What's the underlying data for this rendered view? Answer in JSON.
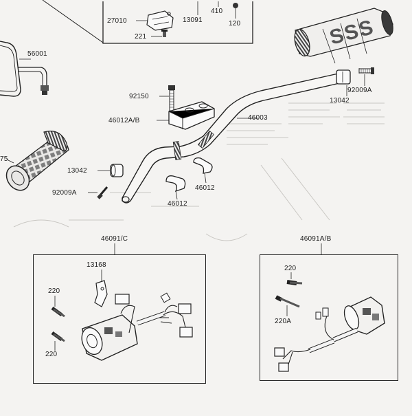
{
  "labels": {
    "p27010": "27010",
    "p221": "221",
    "p13091": "13091",
    "p410": "410",
    "p120": "120",
    "p56001": "56001",
    "p92150": "92150",
    "p46012ab": "46012A/B",
    "p46003": "46003",
    "p13042_top": "13042",
    "p92009a_top": "92009A",
    "p75": "75",
    "p13042_left": "13042",
    "p92009a_left": "92009A",
    "p46012_right": "46012",
    "p46012_bottom": "46012",
    "p46091c": "46091/C",
    "p13168": "13168",
    "p220_left_top": "220",
    "p220_left_bottom": "220",
    "p46091ab": "46091A/B",
    "p220_right": "220",
    "p220a": "220A"
  },
  "colors": {
    "line": "#1c1c1c",
    "paper": "#f4f3f1",
    "grip_fill": "#8a8a8a",
    "ghost": "#c9c7c3"
  }
}
